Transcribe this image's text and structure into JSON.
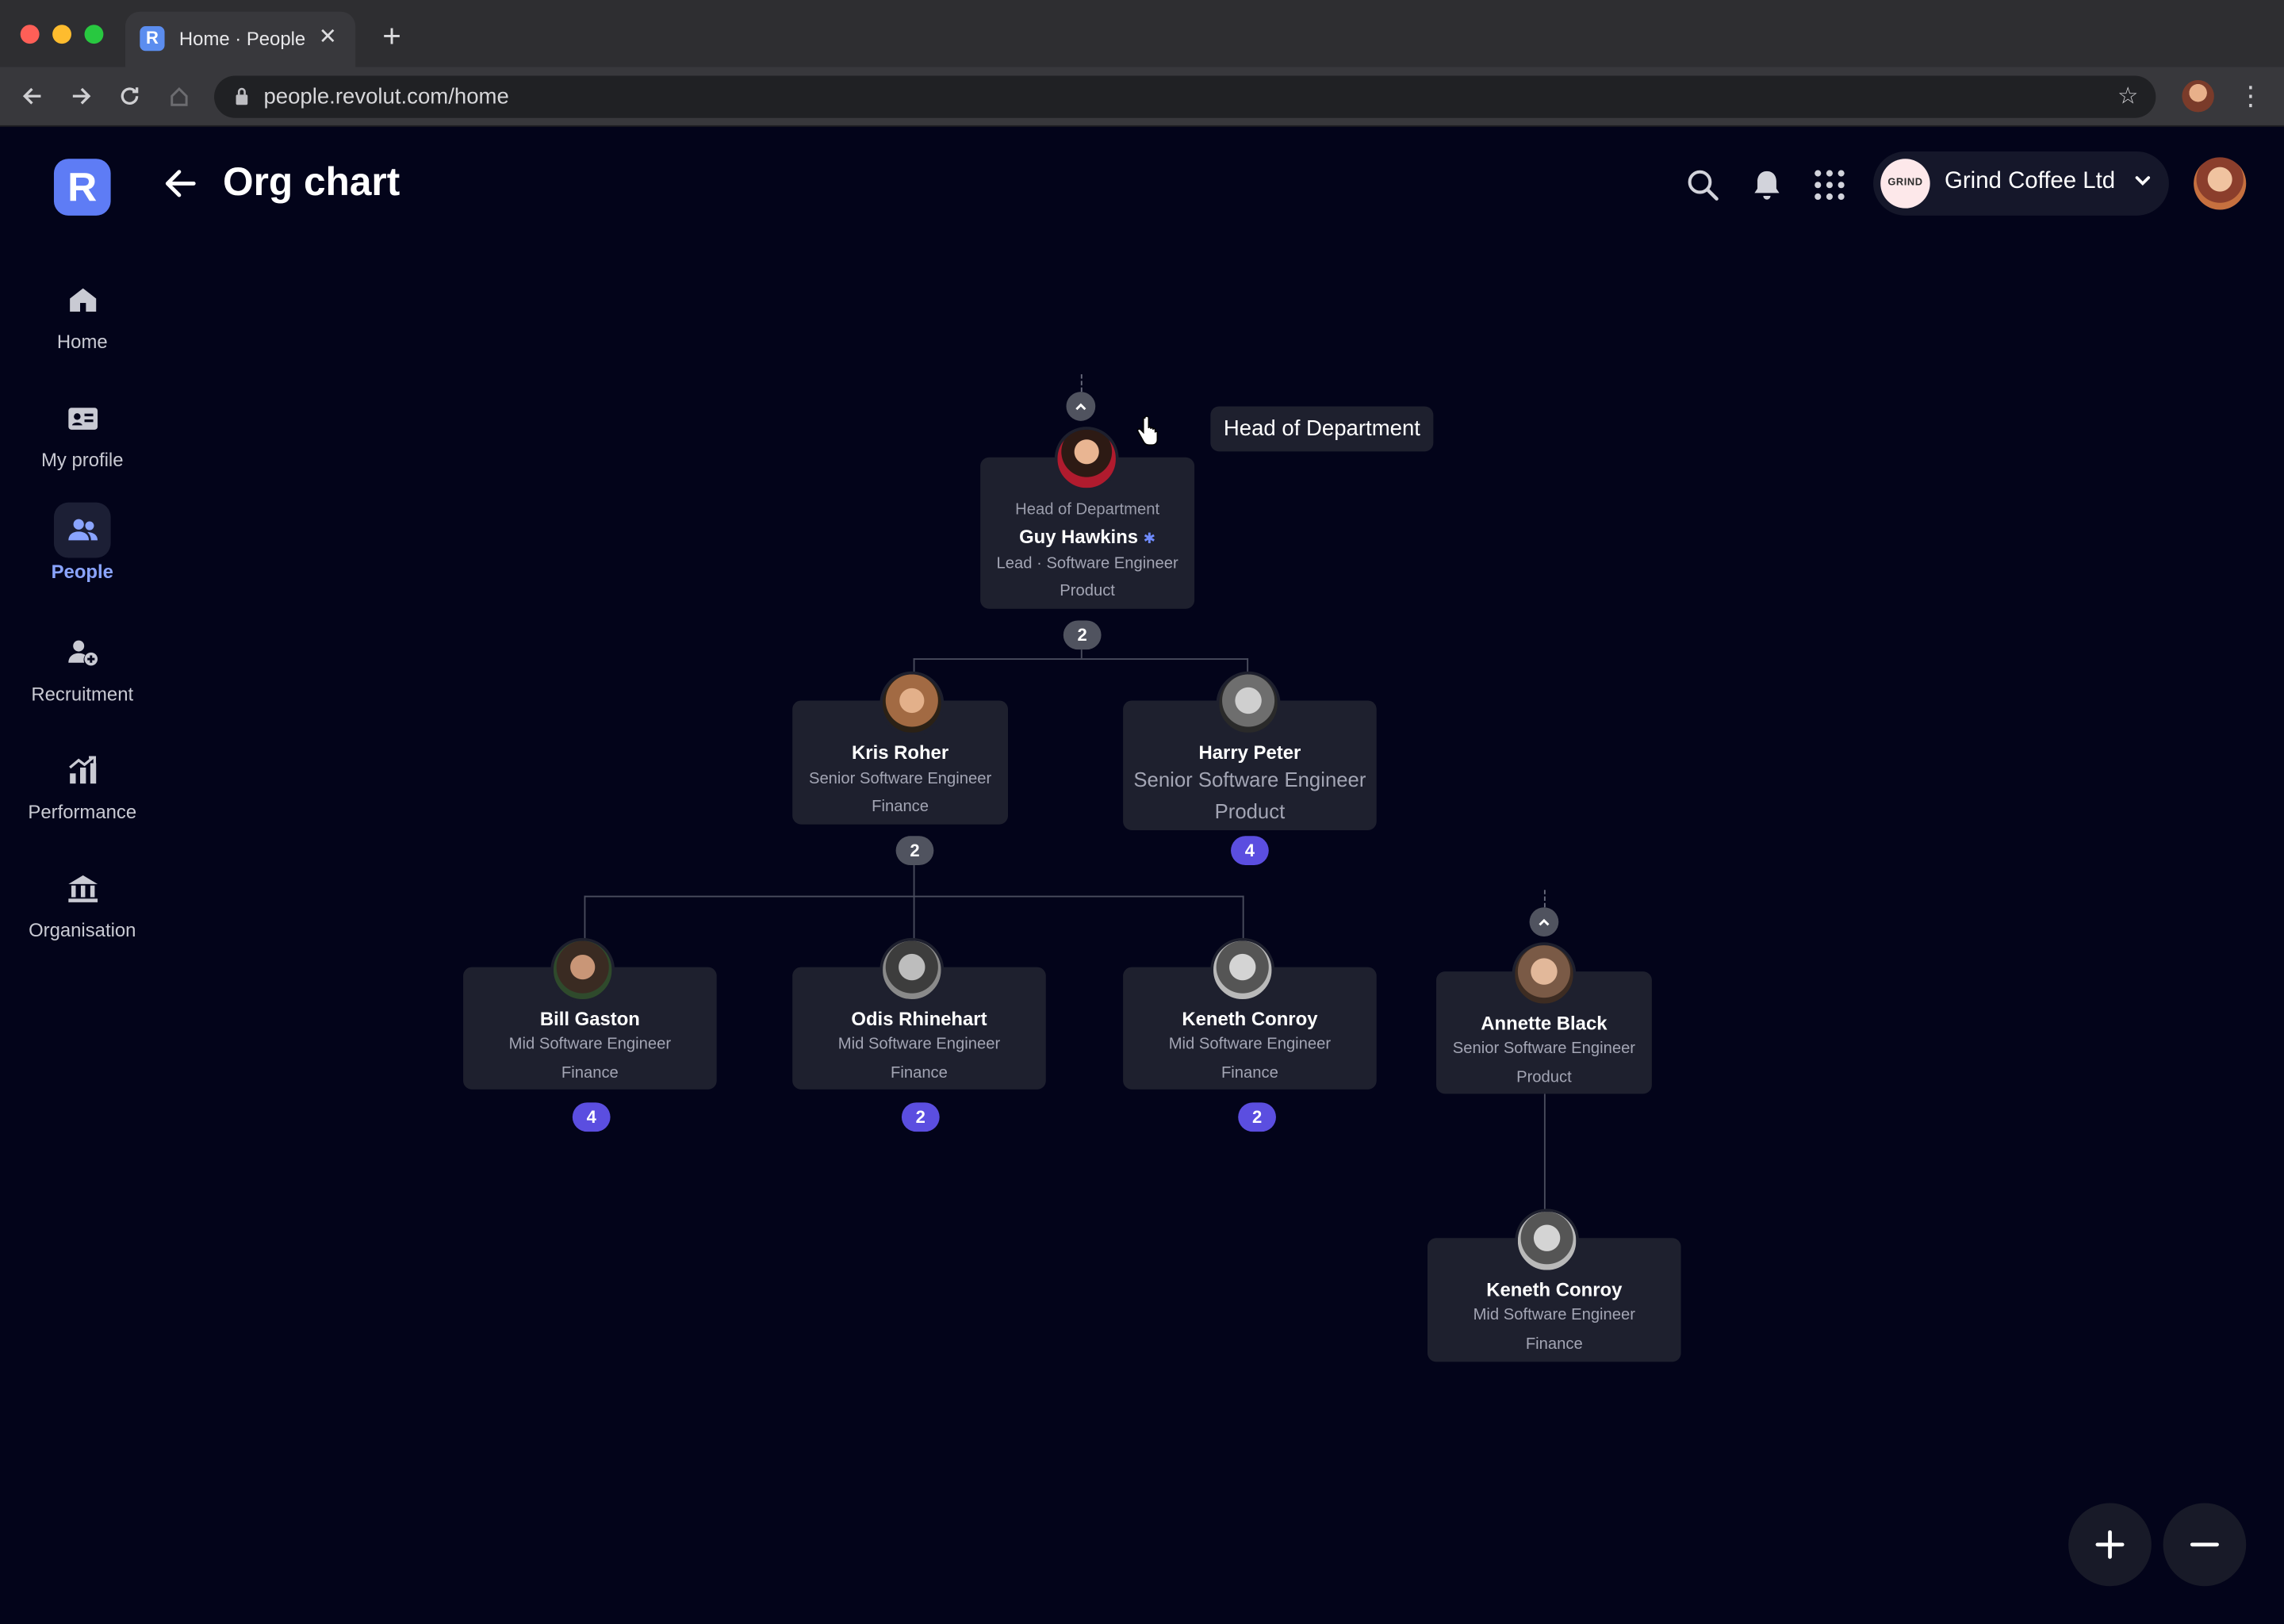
{
  "browser": {
    "tab_title": "Home · People",
    "tab_favicon": "R",
    "url": "people.revolut.com/home"
  },
  "header": {
    "logo": "R",
    "title": "Org chart",
    "company_logo": "GRIND",
    "company_name": "Grind Coffee Ltd"
  },
  "sidebar": {
    "items": [
      {
        "label": "Home",
        "icon": "home-icon",
        "active": false
      },
      {
        "label": "My profile",
        "icon": "id-card-icon",
        "active": false
      },
      {
        "label": "People",
        "icon": "people-icon",
        "active": true
      },
      {
        "label": "Recruitment",
        "icon": "add-user-icon",
        "active": false
      },
      {
        "label": "Performance",
        "icon": "performance-chart-icon",
        "active": false
      },
      {
        "label": "Organisation",
        "icon": "building-icon",
        "active": false
      }
    ]
  },
  "org": {
    "head": {
      "badge": "Head of Department",
      "name": "Guy Hawkins",
      "role": "Lead · Software Engineer",
      "dept": "Product",
      "reports": "2"
    },
    "kris": {
      "name": "Kris Roher",
      "role": "Senior Software Engineer",
      "dept": "Finance",
      "reports": "2"
    },
    "harry": {
      "name": "Harry Peter",
      "role": "Senior Software Engineer",
      "dept": "Product",
      "reports": "4"
    },
    "bill": {
      "name": "Bill Gaston",
      "role": "Mid Software Engineer",
      "dept": "Finance",
      "reports": "4"
    },
    "odis": {
      "name": "Odis Rhinehart",
      "role": "Mid Software Engineer",
      "dept": "Finance",
      "reports": "2"
    },
    "keneth": {
      "name": "Keneth Conroy",
      "role": "Mid Software Engineer",
      "dept": "Finance",
      "reports": "2"
    },
    "annette": {
      "name": "Annette Black",
      "role": "Senior Software Engineer",
      "dept": "Product"
    },
    "keneth2": {
      "name": "Keneth Conroy",
      "role": "Mid Software Engineer",
      "dept": "Finance"
    }
  },
  "tooltip": "Head of Department",
  "colors": {
    "background": "#03041a",
    "accent": "#5e7cf5",
    "count_blue": "#5b4ee0"
  }
}
